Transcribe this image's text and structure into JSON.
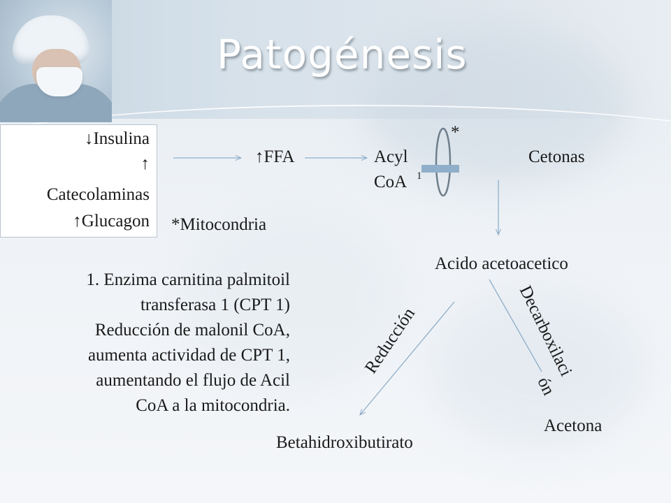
{
  "slide": {
    "title": "Patogénesis"
  },
  "inputs_box": {
    "line1": "↓Insulina",
    "line2": "↑",
    "line3": "Catecolaminas",
    "line4": "↑Glucagon"
  },
  "flow": {
    "ffa": "↑FFA",
    "acyl": "Acyl",
    "coa": "CoA",
    "footnote_marker": "1",
    "asterisk": "*",
    "cetonas": "Cetonas",
    "mitocondria": "*Mitocondria",
    "acido": "Acido acetoacetico",
    "reduccion": "Reducción",
    "decarboxilacion_part1": "Decarboxilaci",
    "decarboxilacion_part2": "ón",
    "acetona": "Acetona",
    "betahidroxibutirato": "Betahidroxibutirato"
  },
  "note": {
    "line1": "1. Enzima carnitina palmitoil",
    "line2": "transferasa 1 (CPT 1)",
    "line3": "Reducción de malonil CoA,",
    "line4": "aumenta actividad de CPT 1,",
    "line5": "aumentando el flujo de Acil",
    "line6": "CoA a la mitocondria."
  },
  "colors": {
    "arrow": "#8faec9",
    "bar": "#8faec9",
    "ring": "#6f7f8c"
  }
}
